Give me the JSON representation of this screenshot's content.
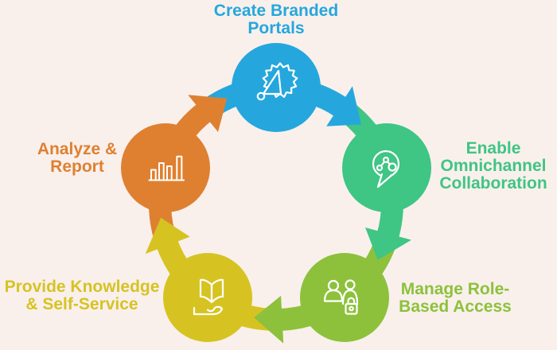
{
  "diagram": {
    "type": "cycle",
    "direction": "clockwise",
    "background_color": "#f9f0ec",
    "icon_color": "#ffffff"
  },
  "stages": [
    {
      "id": "create-branded-portals",
      "label": "Create Branded Portals",
      "label_lines": [
        "Create Branded",
        "Portals"
      ],
      "color": "#25a7dd",
      "icon": "megaphone-badge-icon"
    },
    {
      "id": "enable-omnichannel-collaboration",
      "label": "Enable Omnichannel Collaboration",
      "label_lines": [
        "Enable",
        "Omnichannel",
        "Collaboration"
      ],
      "color": "#3fc584",
      "icon": "chat-share-icon"
    },
    {
      "id": "manage-role-based-access",
      "label": "Manage Role-Based Access",
      "label_lines": [
        "Manage Role-",
        "Based Access"
      ],
      "color": "#8dc13c",
      "icon": "users-lock-icon"
    },
    {
      "id": "provide-knowledge-self-service",
      "label": "Provide Knowledge & Self-Service",
      "label_lines": [
        "Provide Knowledge",
        "& Self-Service"
      ],
      "color": "#d6c322",
      "icon": "book-hand-icon"
    },
    {
      "id": "analyze-report",
      "label": "Analyze & Report",
      "label_lines": [
        "Analyze &",
        "Report"
      ],
      "color": "#df8030",
      "icon": "bar-chart-icon"
    }
  ]
}
